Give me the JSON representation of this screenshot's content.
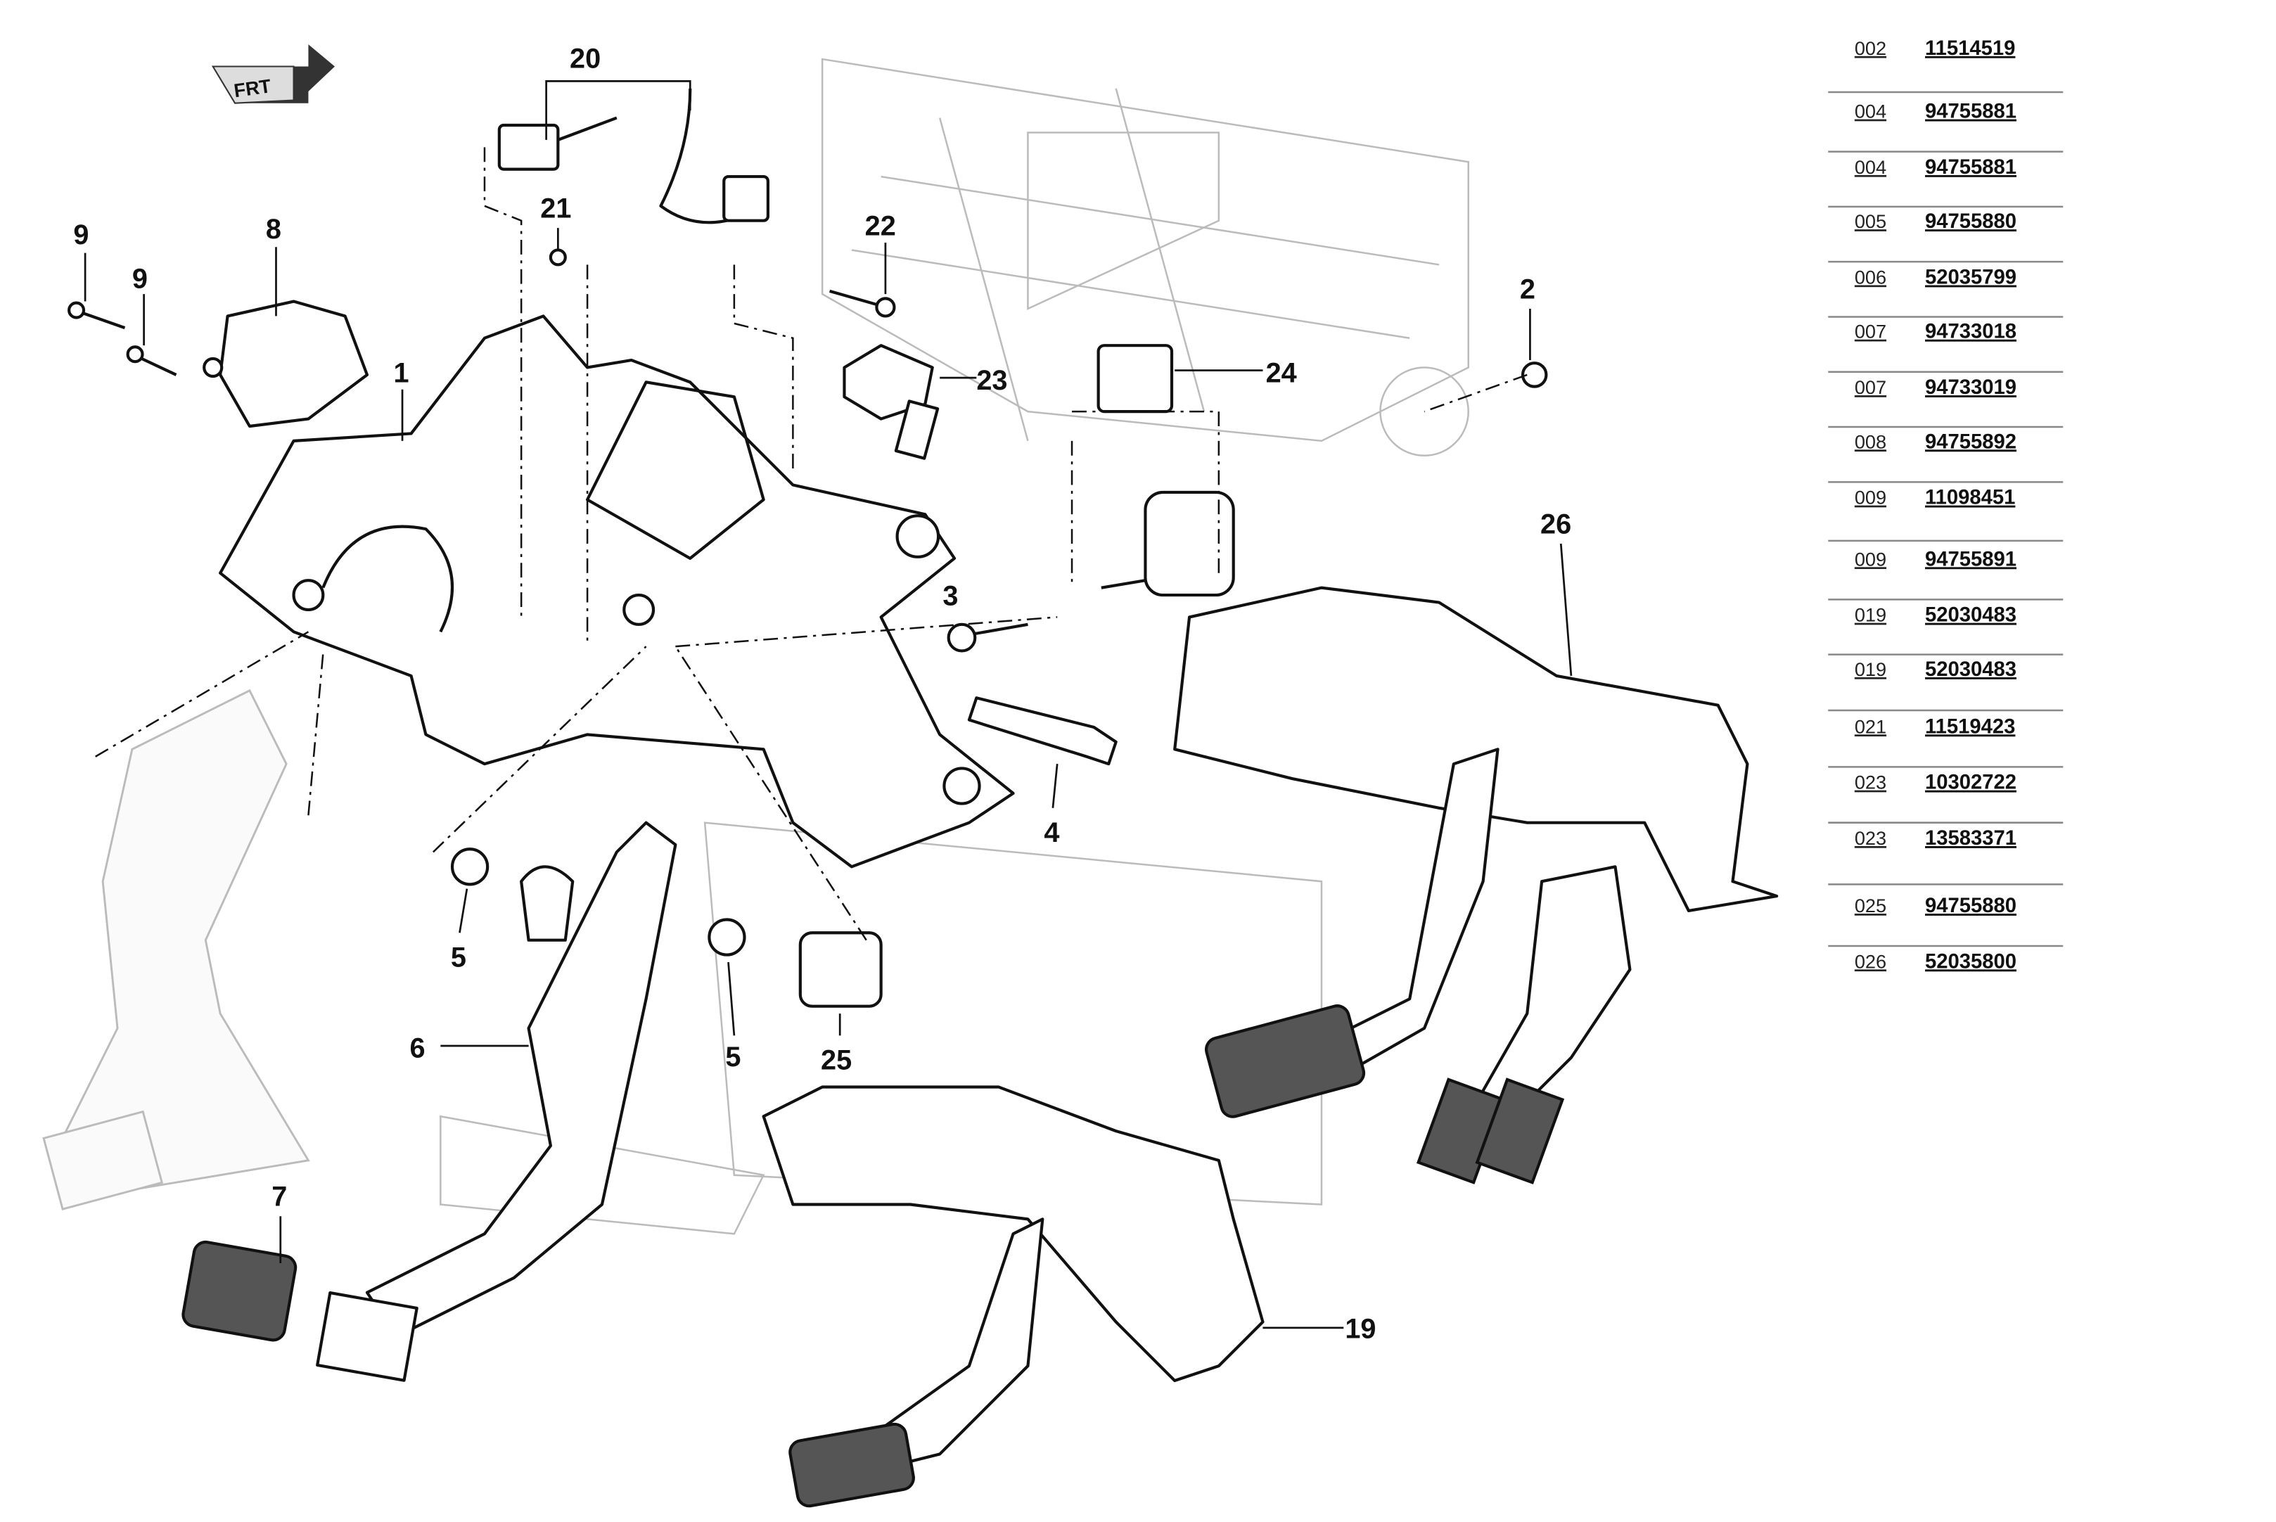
{
  "logo": {
    "text": "FRT"
  },
  "callouts": [
    "20",
    "9",
    "9",
    "8",
    "21",
    "22",
    "1",
    "23",
    "24",
    "2",
    "26",
    "3",
    "4",
    "5",
    "5",
    "25",
    "6",
    "7",
    "19"
  ],
  "parts_list": [
    {
      "ref": "002",
      "part": "11514519"
    },
    {
      "ref": "004",
      "part": "94755881"
    },
    {
      "ref": "004",
      "part": "94755881"
    },
    {
      "ref": "005",
      "part": "94755880"
    },
    {
      "ref": "006",
      "part": "52035799"
    },
    {
      "ref": "007",
      "part": "94733018"
    },
    {
      "ref": "007",
      "part": "94733019"
    },
    {
      "ref": "008",
      "part": "94755892"
    },
    {
      "ref": "009",
      "part": "11098451"
    },
    {
      "ref": "009",
      "part": "94755891"
    },
    {
      "ref": "019",
      "part": "52030483"
    },
    {
      "ref": "019",
      "part": "52030483"
    },
    {
      "ref": "021",
      "part": "11519423"
    },
    {
      "ref": "023",
      "part": "10302722"
    },
    {
      "ref": "023",
      "part": "13583371"
    },
    {
      "ref": "025",
      "part": "94755880"
    },
    {
      "ref": "026",
      "part": "52035800"
    }
  ]
}
